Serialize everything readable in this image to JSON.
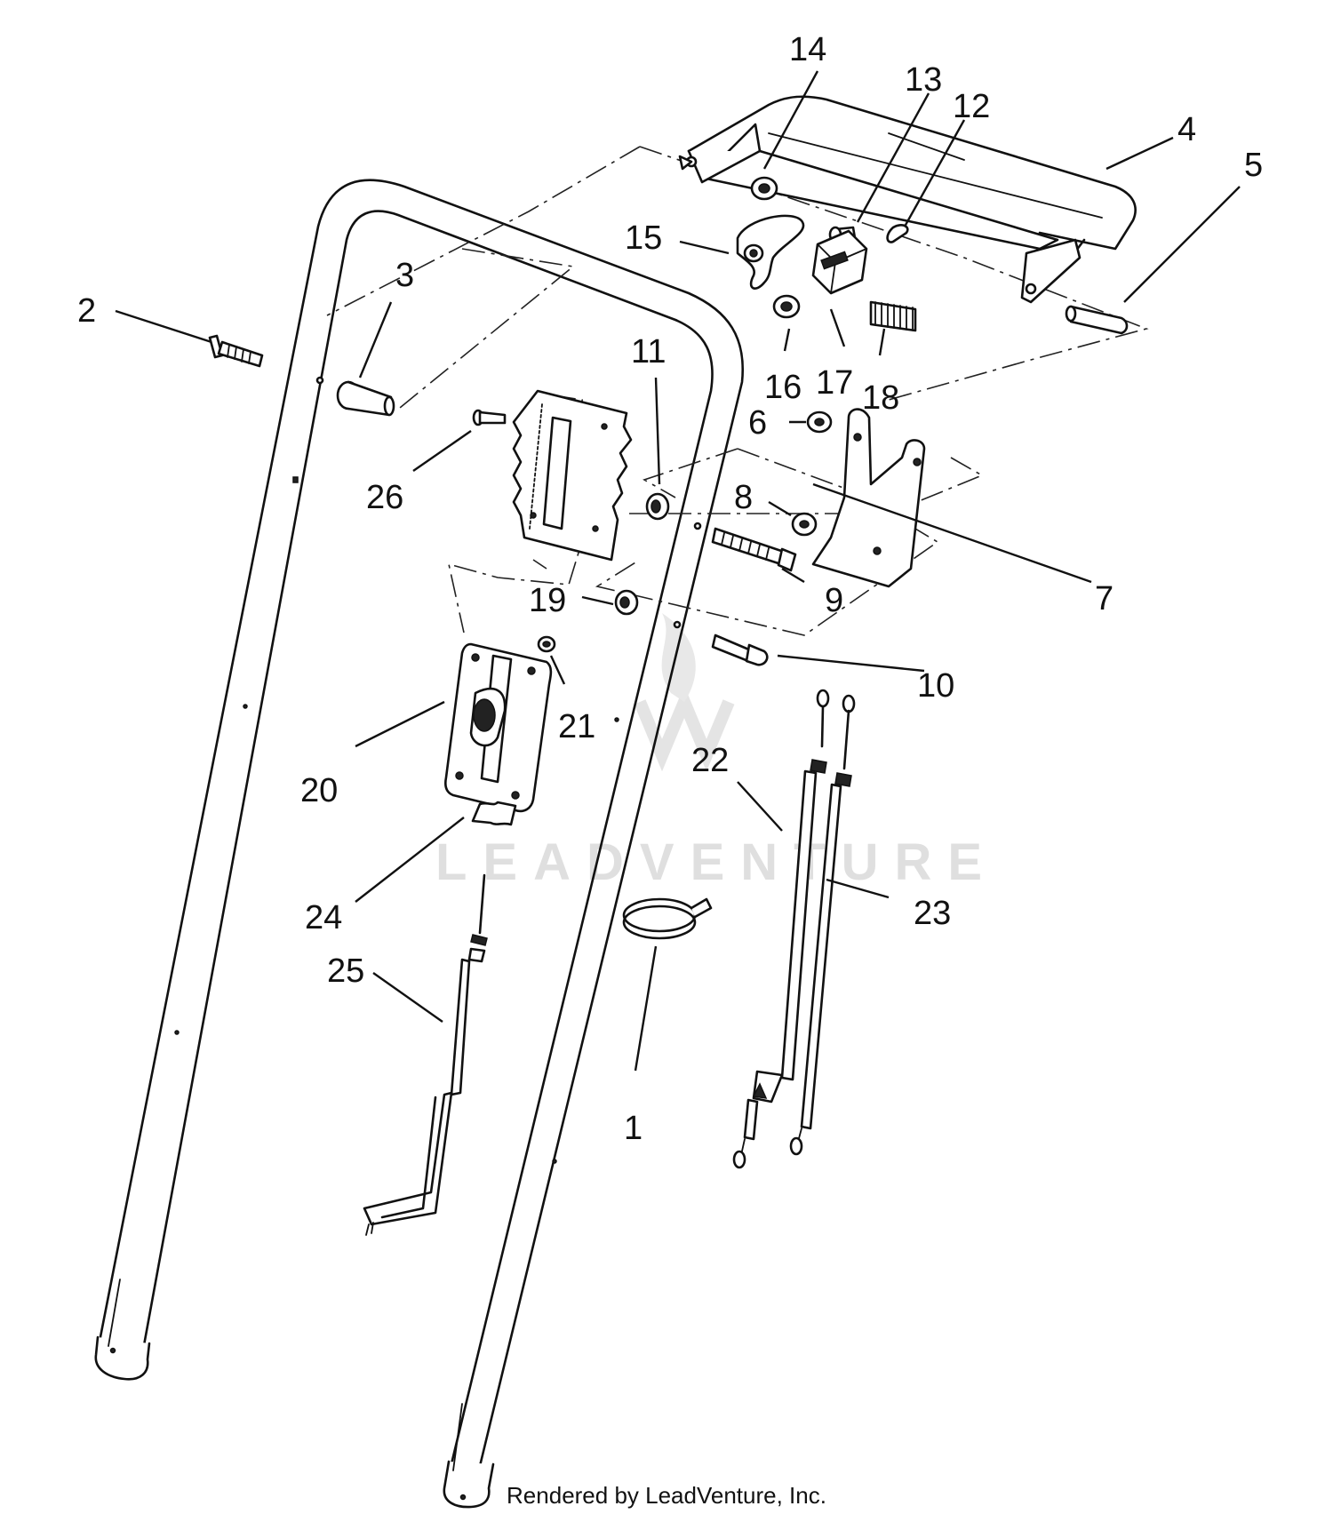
{
  "diagram": {
    "watermark": {
      "text": "LEADVENTURE"
    },
    "credit": "Rendered by LeadVenture, Inc.",
    "callouts": [
      "1",
      "2",
      "3",
      "4",
      "5",
      "6",
      "7",
      "8",
      "9",
      "10",
      "11",
      "12",
      "13",
      "14",
      "15",
      "16",
      "17",
      "18",
      "19",
      "20",
      "21",
      "22",
      "23",
      "24",
      "25",
      "26"
    ]
  }
}
